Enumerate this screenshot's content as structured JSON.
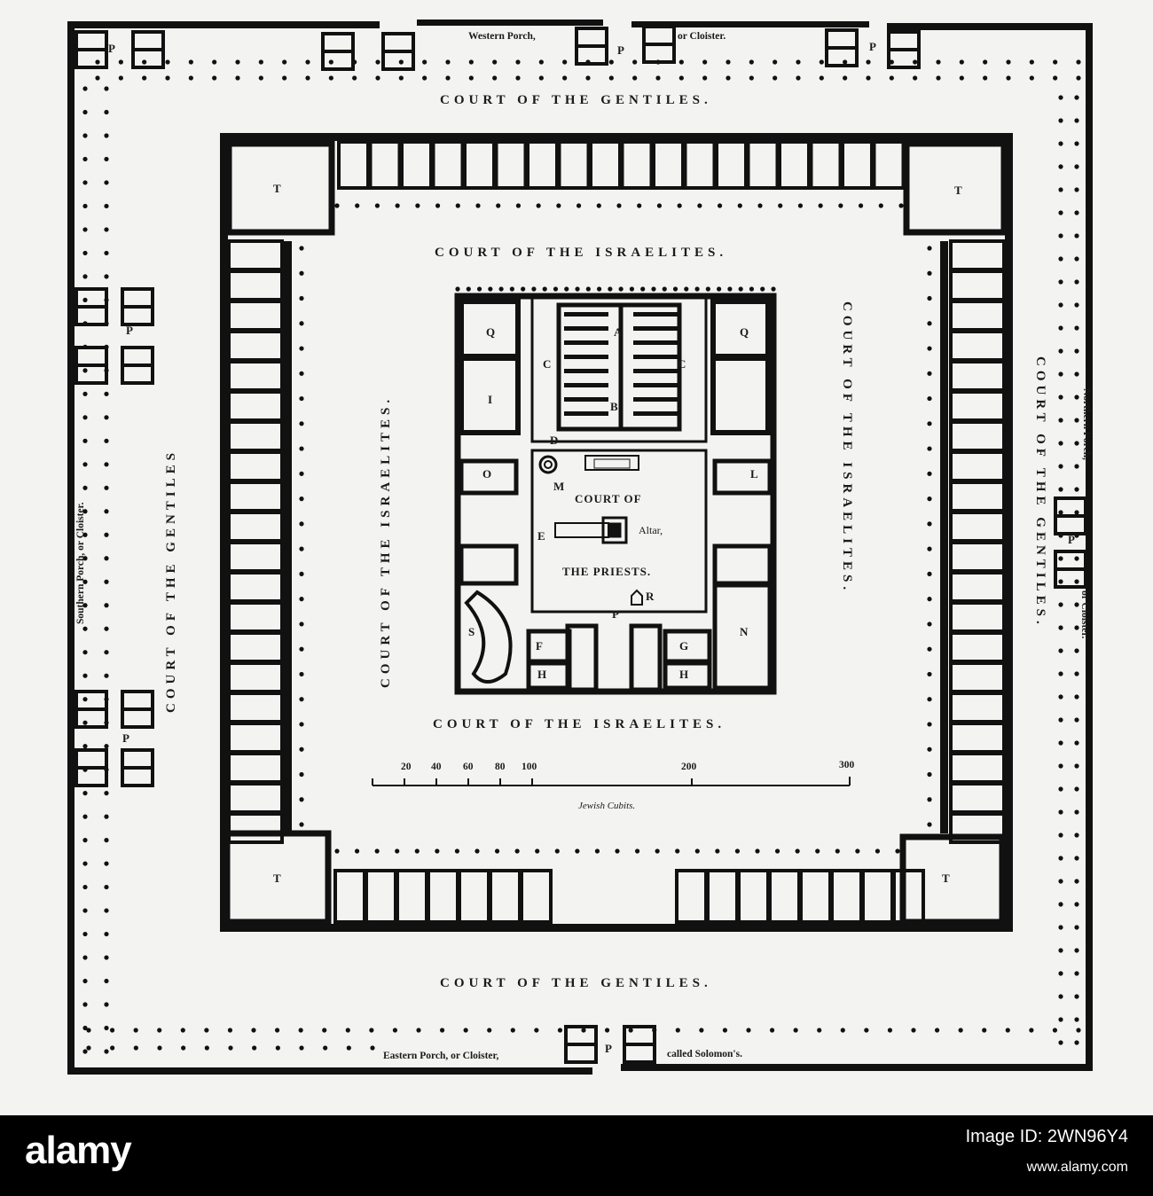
{
  "labels": {
    "western_porch": "Western Porch,",
    "western_porch_cont": "or Cloister.",
    "court_gentiles_top": "COURT OF THE GENTILES.",
    "court_gentiles_bottom": "COURT OF THE GENTILES.",
    "court_gentiles_left": "COURT OF THE GENTILES",
    "court_gentiles_right": "COURT OF THE GENTILES.",
    "court_israelites_top": "COURT OF THE ISRAELITES.",
    "court_israelites_bottom": "COURT OF THE ISRAELITES.",
    "court_israelites_left": "COURT OF THE ISRAELITES.",
    "court_israelites_right": "COURT OF THE ISRAELITES.",
    "southern_porch": "Southern Porch, or Cloister.",
    "northern_porch": "Northern Porch,",
    "northern_porch_cont": "or Cloister.",
    "eastern_porch": "Eastern Porch, or Cloister,",
    "eastern_porch_cont": "called Solomon's.",
    "court_of": "COURT OF",
    "the_priests": "THE PRIESTS.",
    "altar": "Altar,",
    "scale_unit": "Jewish Cubits."
  },
  "scale_ticks": [
    "20",
    "40",
    "60",
    "80",
    "100",
    "200",
    "300"
  ],
  "room_letters": {
    "A": "A",
    "B": "B",
    "C": "C",
    "D": "D",
    "E": "E",
    "F": "F",
    "G": "G",
    "H": "H",
    "I": "I",
    "L": "L",
    "M": "M",
    "N": "N",
    "O": "O",
    "P": "P",
    "Q": "Q",
    "R": "R",
    "S": "S",
    "T": "T"
  },
  "footer": {
    "brand": "alamy",
    "image_id": "Image ID: 2WN96Y4",
    "url": "www.alamy.com"
  }
}
